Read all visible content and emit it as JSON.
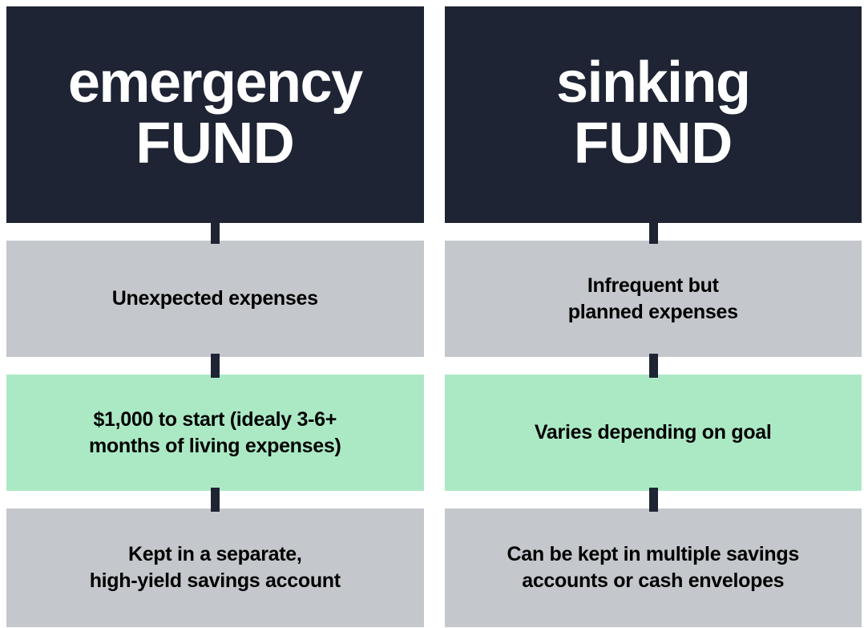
{
  "palette": {
    "header_bg": "#1E2433",
    "header_text": "#FFFFFF",
    "gray_row": "#C4C7CC",
    "green_row": "#ABE9C5",
    "body_text": "#000000",
    "page_bg": "#FFFFFF",
    "connector": "#1E2433"
  },
  "columns": [
    {
      "id": "emergency-fund",
      "header": {
        "line1": "emergency",
        "line2": "FUND"
      },
      "rows": [
        {
          "style": "gray",
          "text": "Unexpected expenses"
        },
        {
          "style": "green",
          "text": "$1,000 to start (idealy 3-6+\nmonths of living expenses)"
        },
        {
          "style": "gray",
          "text": "Kept in a separate,\nhigh-yield savings account"
        }
      ]
    },
    {
      "id": "sinking-fund",
      "header": {
        "line1": "sinking",
        "line2": "FUND"
      },
      "rows": [
        {
          "style": "gray",
          "text": "Infrequent but\nplanned expenses"
        },
        {
          "style": "green",
          "text": "Varies depending on goal"
        },
        {
          "style": "gray",
          "text": "Can be kept in multiple savings\naccounts or cash envelopes"
        }
      ]
    }
  ]
}
